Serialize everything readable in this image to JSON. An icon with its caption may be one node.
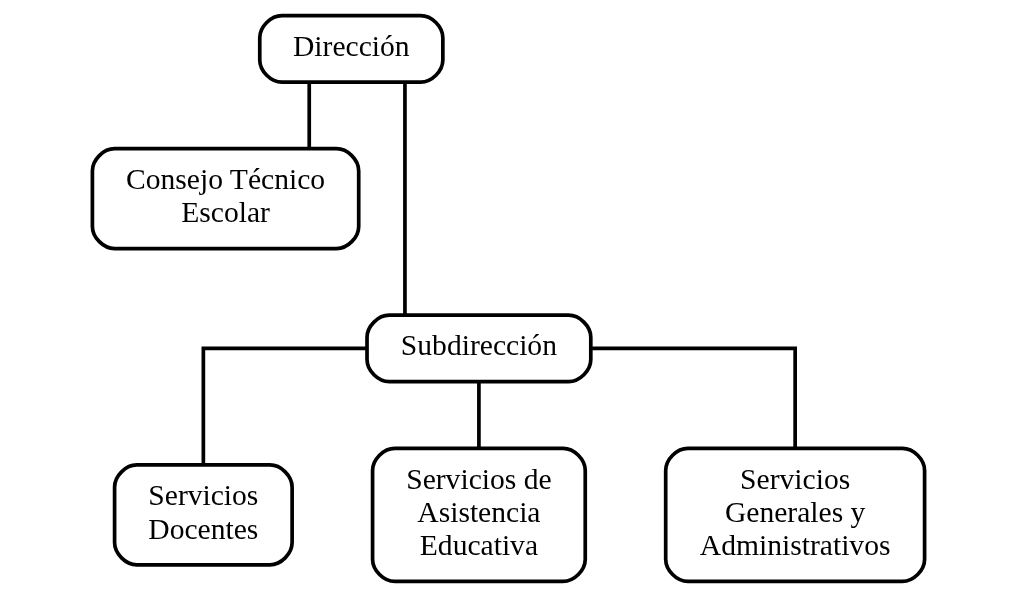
{
  "diagram": {
    "nodes": [
      {
        "text": [
          "Dirección"
        ]
      },
      {
        "text": [
          "Consejo Técnico Escolar"
        ]
      },
      {
        "text": [
          "Subdirección"
        ]
      },
      {
        "text": [
          "Servicios Docentes"
        ]
      },
      {
        "text": [
          "Servicios de Asistencia Educativa"
        ]
      },
      {
        "text": [
          "Servicios Generales y Administrativos"
        ]
      }
    ],
    "edges": [
      {
        "from": 0,
        "to": 1,
        "arrow": "none"
      },
      {
        "from": 0,
        "to": 2,
        "arrow": "none"
      },
      {
        "from": 2,
        "to": 3,
        "arrow": "none"
      },
      {
        "from": 2,
        "to": 4,
        "arrow": "none"
      },
      {
        "from": 2,
        "to": 5,
        "arrow": "none"
      }
    ]
  }
}
